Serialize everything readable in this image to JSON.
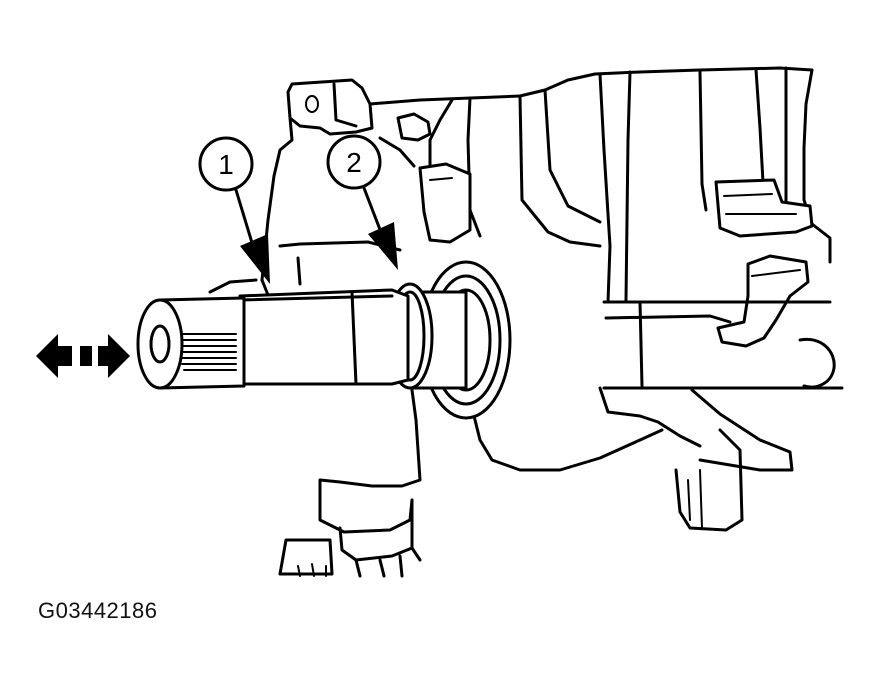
{
  "figure": {
    "id_label": "G03442186",
    "callouts": [
      {
        "number": "1",
        "target": "spline-shaft-step"
      },
      {
        "number": "2",
        "target": "seal-ring"
      }
    ],
    "icons": [
      "double-arrow-icon",
      "callout-arrow-icon"
    ]
  }
}
